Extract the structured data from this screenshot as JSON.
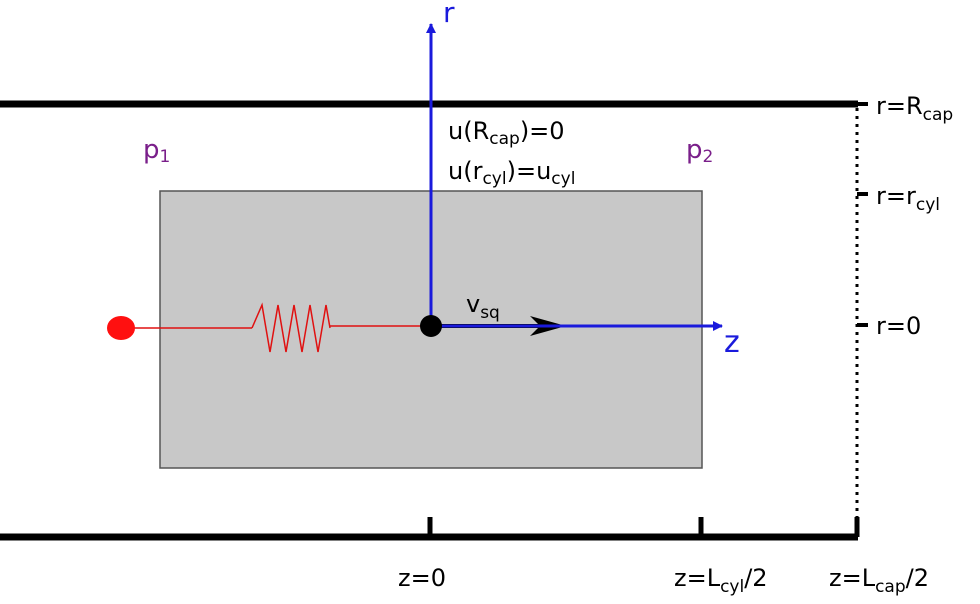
{
  "axes": {
    "r_label": "r",
    "z_label": "z",
    "color": "#1a1adc"
  },
  "pressures": {
    "p1": {
      "main": "p",
      "sub": "1"
    },
    "p2": {
      "main": "p",
      "sub": "2"
    },
    "color": "#7a1f8a"
  },
  "boundary_conditions": {
    "bc1": {
      "a": "u(R",
      "sub": "cap",
      "b": ")=0"
    },
    "bc2": {
      "a": "u(r",
      "sub1": "cyl",
      "b": ")=u",
      "sub2": "cyl"
    }
  },
  "velocity": {
    "main": "v",
    "sub": "sq"
  },
  "r_markers": {
    "r_cap": {
      "main": "r=R",
      "sub": "cap"
    },
    "r_cyl": {
      "main": "r=r",
      "sub": "cyl"
    },
    "r_zero": {
      "main": "r=0"
    }
  },
  "z_markers": {
    "z_zero": {
      "main": "z=0"
    },
    "z_cyl": {
      "a": "z=L",
      "sub": "cyl",
      "b": "/2"
    },
    "z_cap": {
      "a": "z=L",
      "sub": "cap",
      "b": "/2"
    }
  },
  "colors": {
    "cylinder_fill": "#c8c8c8",
    "spring": "#e01010",
    "anchor_dot": "#ff1010",
    "center_dot": "#000000",
    "walls": "#000000"
  }
}
